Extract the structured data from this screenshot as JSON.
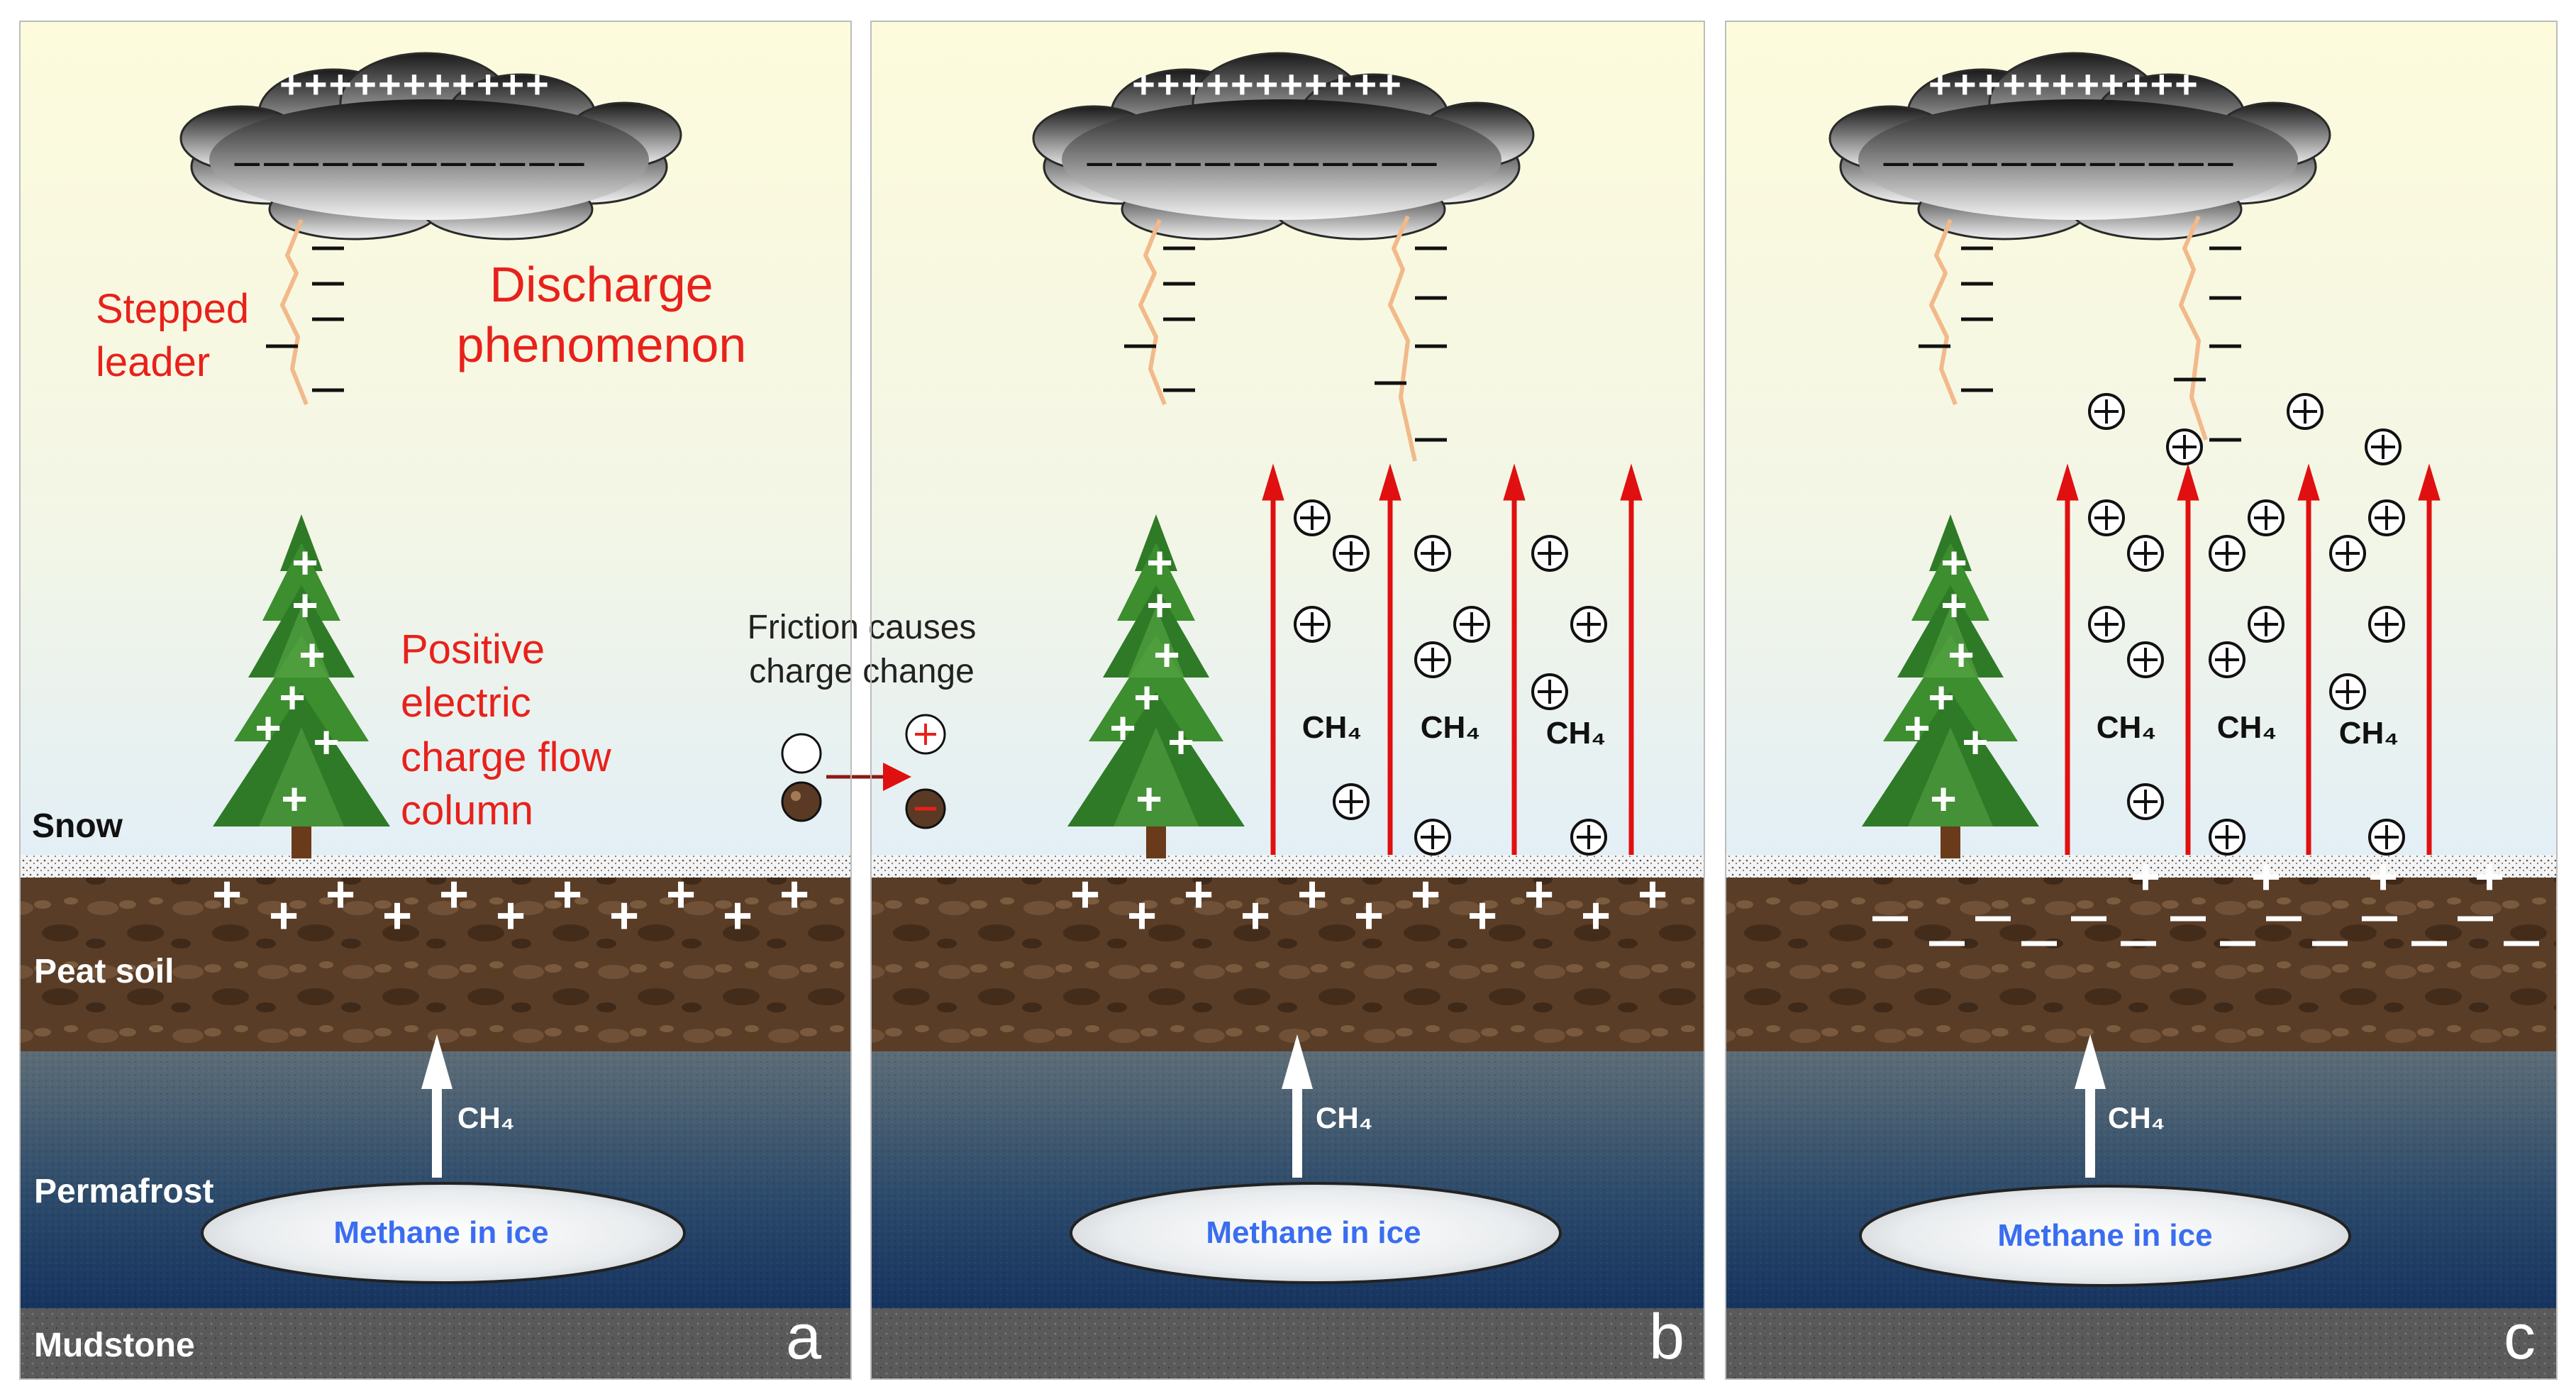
{
  "figure": {
    "panels": [
      {
        "letter": "a",
        "cloud_plus": "+++++++++++",
        "cloud_minus": "‒‒‒‒‒‒‒‒‒‒‒‒",
        "annotations": {
          "stepped_leader": [
            "Stepped",
            "leader"
          ],
          "discharge": [
            "Discharge",
            "phenomenon"
          ],
          "positive_column": [
            "Positive",
            "electric",
            "charge flow",
            "column"
          ]
        },
        "layers": {
          "snow": "Snow",
          "peat": "Peat soil",
          "permafrost": "Permafrost",
          "mudstone": "Mudstone"
        },
        "methane_label": "Methane in ice",
        "ch4_arrow_label": "CH₄"
      },
      {
        "letter": "b",
        "cloud_plus": "+++++++++++",
        "cloud_minus": "‒‒‒‒‒‒‒‒‒‒‒‒",
        "methane_label": "Methane in ice",
        "ch4_arrow_label": "CH₄",
        "column_labels": [
          "CH₄",
          "CH₄",
          "CH₄"
        ]
      },
      {
        "letter": "c",
        "cloud_plus": "+++++++++++",
        "cloud_minus": "‒‒‒‒‒‒‒‒‒‒‒‒",
        "methane_label": "Methane in ice",
        "ch4_arrow_label": "CH₄",
        "column_labels": [
          "CH₄",
          "CH₄",
          "CH₄"
        ]
      }
    ],
    "friction_note": [
      "Friction causes",
      "charge change"
    ],
    "colors": {
      "annotation_red": "#e8211b",
      "arrow_red": "#e01010",
      "methane_blue": "#3a6df0",
      "leader_orange": "#f2b98a",
      "sky_top": "#fdfbdd",
      "sky_bottom": "#e6f1f7",
      "peat": "#5b3f28",
      "permafrost_top": "#5a6a74",
      "permafrost_bottom": "#1c3a63",
      "mudstone": "#5d5d5d"
    },
    "icons": [
      "cloud-icon",
      "tree-icon",
      "charge-circle-icon",
      "up-arrow-icon"
    ]
  }
}
